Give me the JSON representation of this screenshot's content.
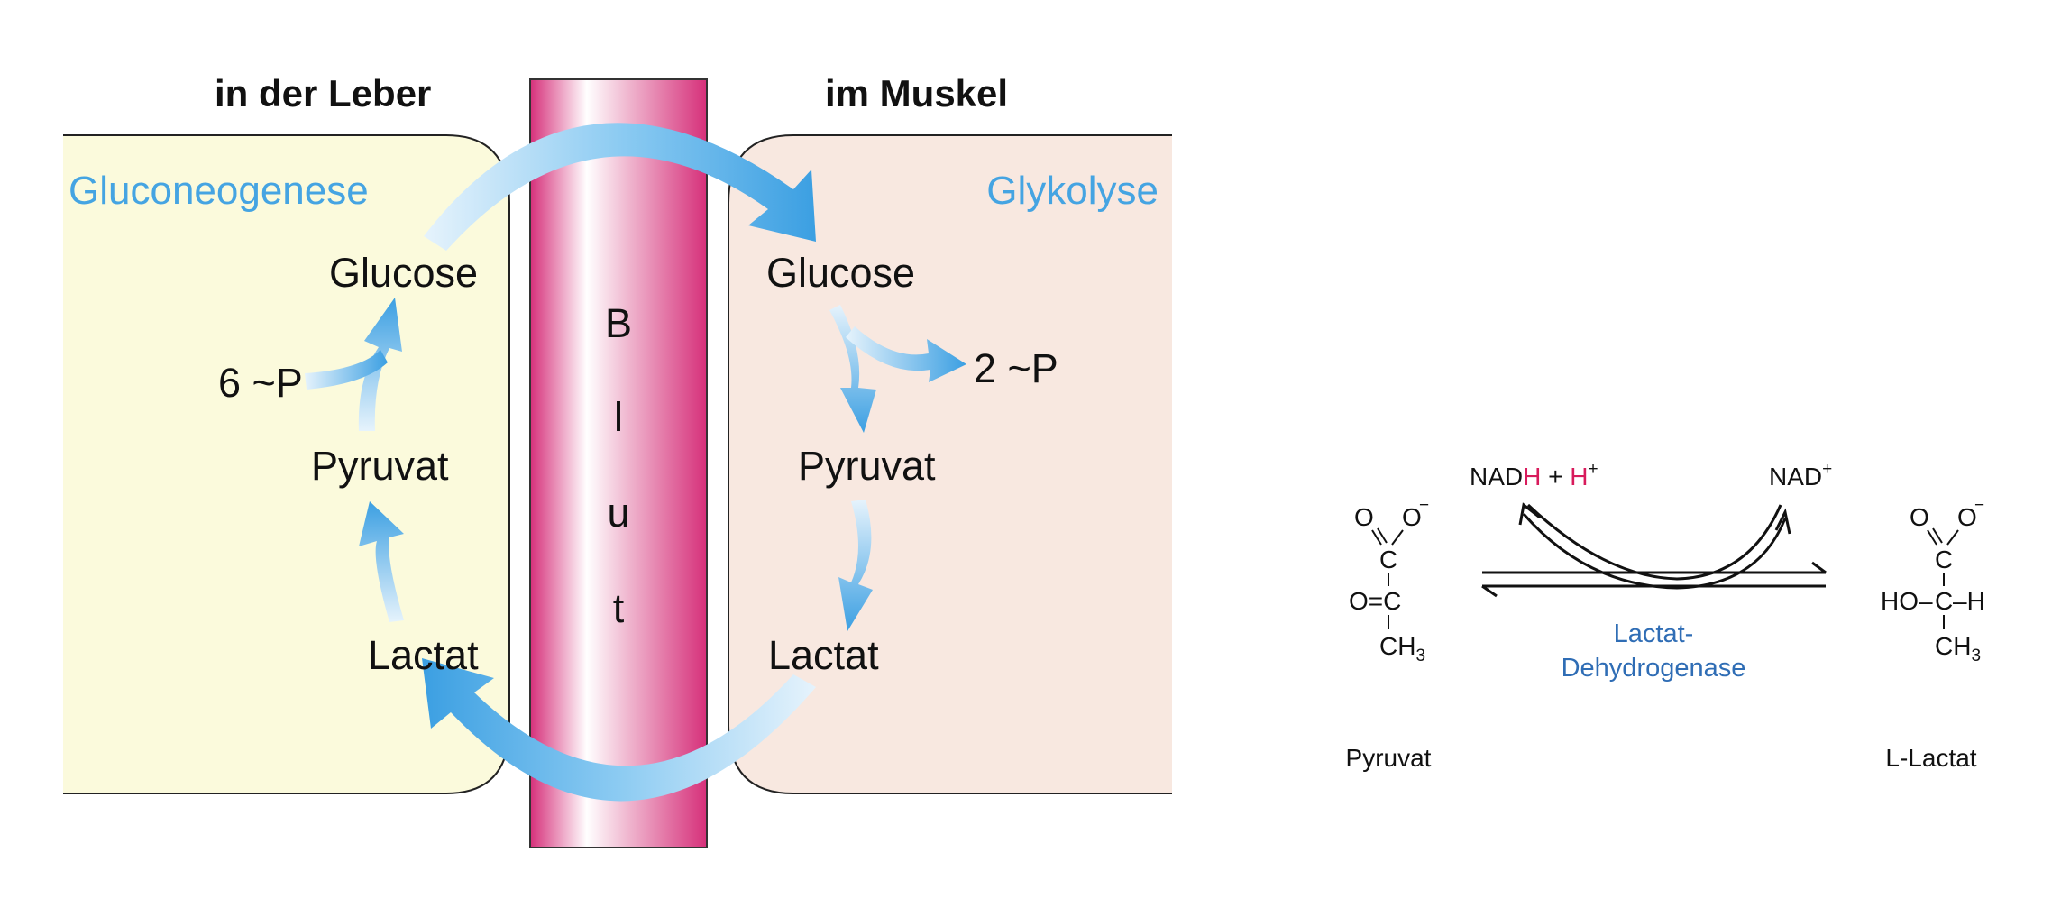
{
  "colors": {
    "liver_bg": "#fbfadc",
    "muscle_bg": "#f8e8e0",
    "vessel_dark": "#d6307a",
    "vessel_light": "#ffffff",
    "arrow_blue": "#4aa8e6",
    "process_blue": "#45a4e2",
    "enzyme_blue": "#2f6db5",
    "highlight_red": "#d81b5c",
    "text": "#111111"
  },
  "cori_cycle": {
    "liver_heading": "in der Leber",
    "muscle_heading": "im Muskel",
    "liver_process": "Gluconeogenese",
    "muscle_process": "Glykolyse",
    "blood_letters": [
      "B",
      "l",
      "u",
      "t"
    ],
    "liver": {
      "glucose": "Glucose",
      "pyruvate": "Pyruvat",
      "lactate": "Lactat",
      "energy": "6 ~P"
    },
    "muscle": {
      "glucose": "Glucose",
      "pyruvate": "Pyruvat",
      "lactate": "Lactat",
      "energy": "2 ~P"
    }
  },
  "ldh_reaction": {
    "cofactor_left": {
      "base": "NAD",
      "h_red": "H",
      "plus": " + ",
      "proton": "H",
      "proton_sup": "+"
    },
    "cofactor_right": {
      "base": "NAD",
      "sup": "+"
    },
    "enzyme_line1": "Lactat-",
    "enzyme_line2": "Dehydrogenase",
    "substrate_name": "Pyruvat",
    "product_name": "L-Lactat",
    "substrate_structure": {
      "o_left": "O",
      "o_right": "O",
      "o_charge": "−",
      "c_top": "C",
      "oc_red": "O=C",
      "ch3": "CH",
      "ch3_sub": "3"
    },
    "product_structure": {
      "o_left": "O",
      "o_right": "O",
      "o_charge": "−",
      "c_top": "C",
      "hoch_red_left": "HO–",
      "c_mid": "C",
      "h_red_right": "–H",
      "ch3": "CH",
      "ch3_sub": "3"
    }
  }
}
